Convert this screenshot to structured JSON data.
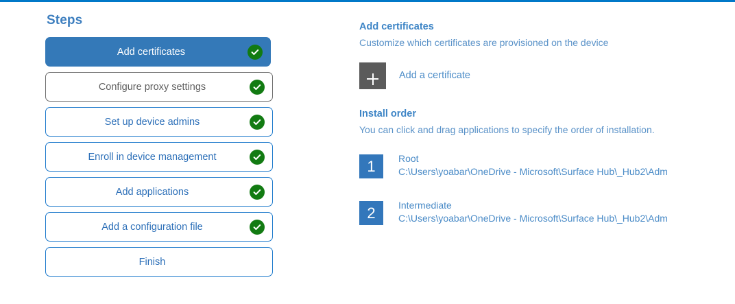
{
  "theme": {
    "accent_rule": "#0078C8",
    "active_step_bg": "#3479B8",
    "step_border_blue": "#1E7ACC",
    "step_border_gray": "#6E6E6E",
    "check_green": "#127B12",
    "badge_blue": "#3377BB",
    "add_square_gray": "#5B5B5B",
    "link_blue": "#4A8BC7"
  },
  "steps_panel": {
    "heading": "Steps",
    "items": [
      {
        "label": "Add certificates",
        "state": "active",
        "completed": true
      },
      {
        "label": "Configure proxy settings",
        "state": "muted",
        "completed": true
      },
      {
        "label": "Set up device admins",
        "state": "default",
        "completed": true
      },
      {
        "label": "Enroll in device management",
        "state": "default",
        "completed": true
      },
      {
        "label": "Add applications",
        "state": "default",
        "completed": true
      },
      {
        "label": "Add a configuration file",
        "state": "default",
        "completed": true
      },
      {
        "label": "Finish",
        "state": "default",
        "completed": false
      }
    ]
  },
  "detail": {
    "title": "Add certificates",
    "subtitle": "Customize which certificates are provisioned on the device",
    "add_certificate": {
      "icon": "plus-icon",
      "label": "Add a certificate"
    },
    "install_order": {
      "title": "Install order",
      "subtitle": "You can click and drag applications to specify the order of installation.",
      "items": [
        {
          "number": "1",
          "name": "Root",
          "path": "C:\\Users\\yoabar\\OneDrive - Microsoft\\Surface Hub\\_Hub2\\Adm"
        },
        {
          "number": "2",
          "name": "Intermediate",
          "path": "C:\\Users\\yoabar\\OneDrive - Microsoft\\Surface Hub\\_Hub2\\Adm"
        }
      ]
    }
  }
}
